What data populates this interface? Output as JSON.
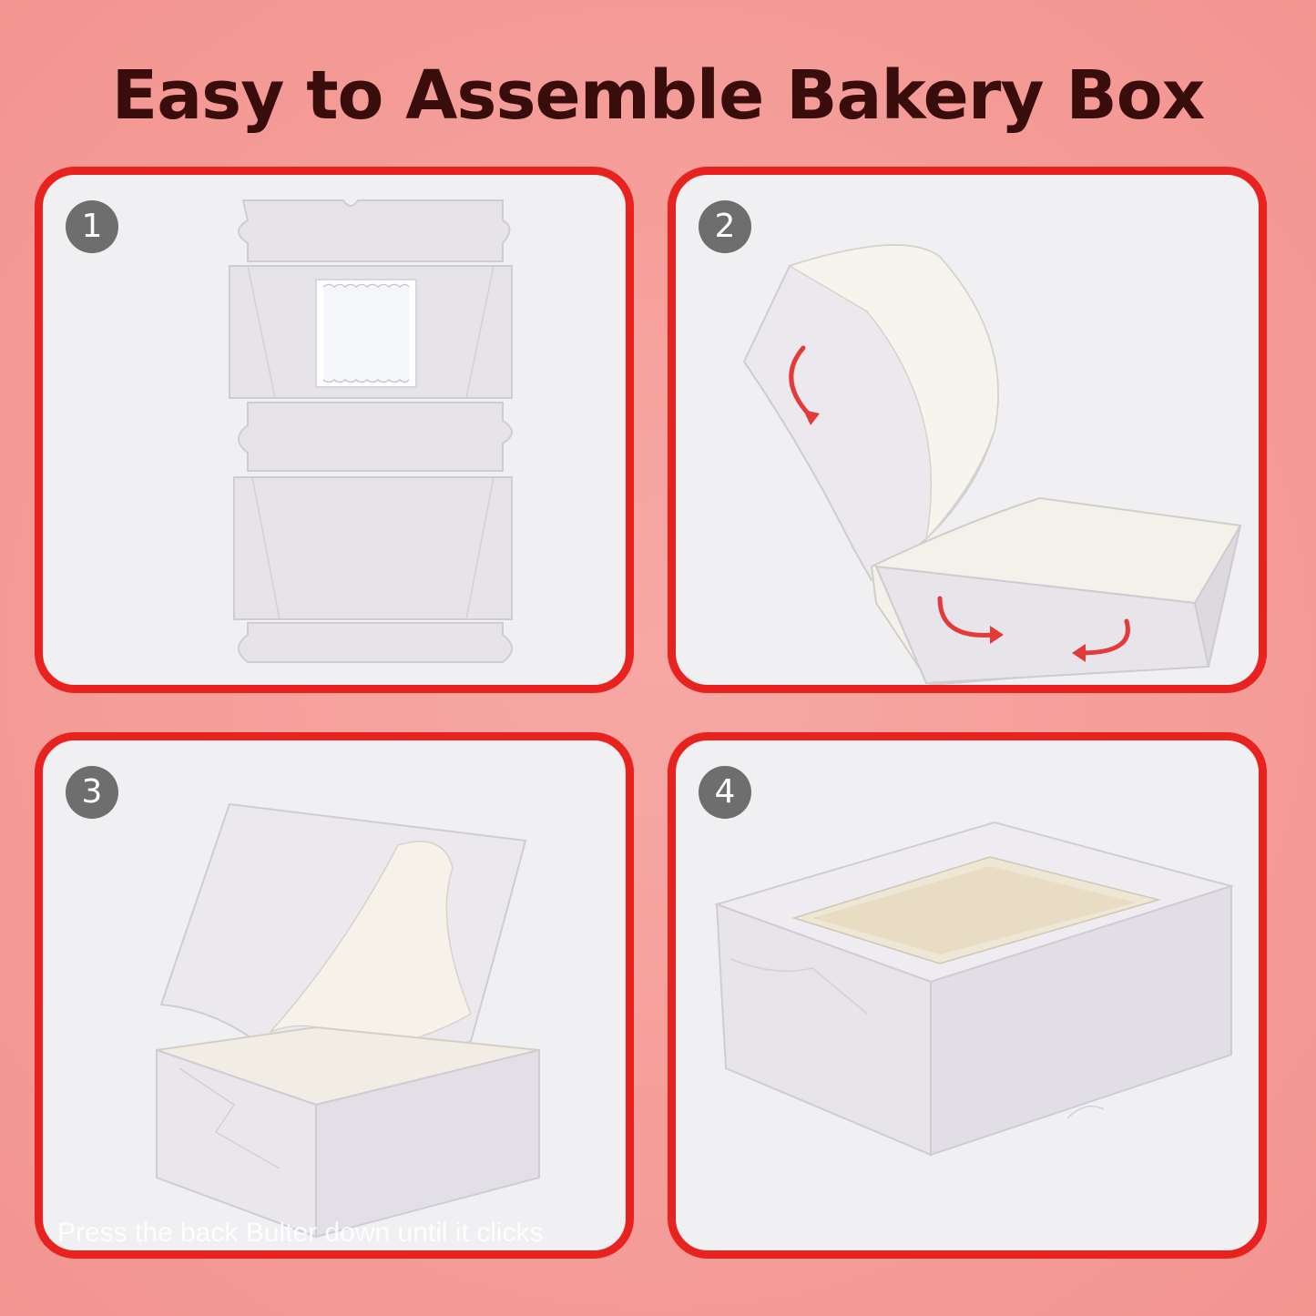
{
  "title": "Easy to Assemble Bakery Box",
  "steps": [
    {
      "number": "1",
      "caption": ""
    },
    {
      "number": "2",
      "caption": ""
    },
    {
      "number": "3",
      "caption": "Press the back Bulter down until it clicks"
    },
    {
      "number": "4",
      "caption": ""
    }
  ],
  "colors": {
    "background": "#f39590",
    "title": "#3a0d0d",
    "panel_border": "#e8221f",
    "panel_fill": "#f0f0f3",
    "badge": "#6e6e6e",
    "arrow": "#e53a3a"
  }
}
